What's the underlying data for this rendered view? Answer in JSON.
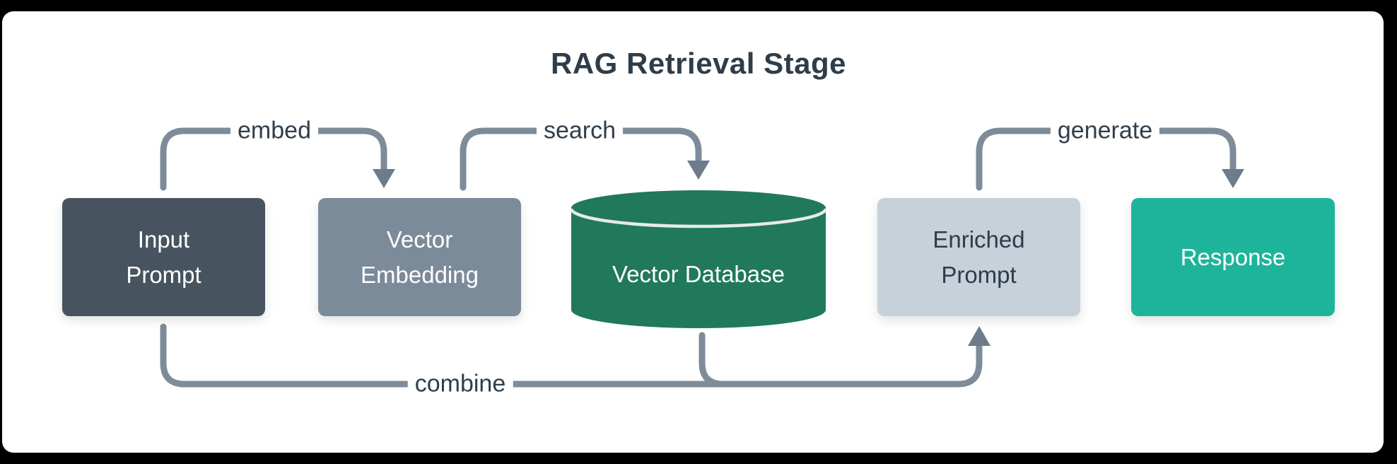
{
  "diagram": {
    "title": "RAG Retrieval Stage",
    "nodes": [
      {
        "id": "input-prompt",
        "label": "Input\nPrompt",
        "shape": "rect",
        "fill": "#47545F",
        "text_color": "#FFFFFF"
      },
      {
        "id": "vector-embedding",
        "label": "Vector\nEmbedding",
        "shape": "rect",
        "fill": "#7C8B9A",
        "text_color": "#FFFFFF"
      },
      {
        "id": "vector-database",
        "label": "Vector Database",
        "shape": "cylinder",
        "fill": "#20795B",
        "text_color": "#FFFFFF"
      },
      {
        "id": "enriched-prompt",
        "label": "Enriched\nPrompt",
        "shape": "rect",
        "fill": "#C7D1D9",
        "text_color": "#2E3C4A"
      },
      {
        "id": "response",
        "label": "Response",
        "shape": "rect",
        "fill": "#1EB49B",
        "text_color": "#FFFFFF"
      }
    ],
    "edges": [
      {
        "from": "input-prompt",
        "to": "vector-embedding",
        "label": "embed"
      },
      {
        "from": "vector-embedding",
        "to": "vector-database",
        "label": "search"
      },
      {
        "from": "enriched-prompt",
        "to": "response",
        "label": "generate"
      },
      {
        "from": "input-prompt",
        "to": "enriched-prompt",
        "label": "combine"
      },
      {
        "from": "vector-database",
        "to": "enriched-prompt",
        "label": ""
      }
    ],
    "colors": {
      "frame": "#000000",
      "canvas": "#FFFFFF",
      "title": "#2E3D49",
      "line": "#7E8B99",
      "arrowhead": "#6D7B8B",
      "edge_label": "#2F3E4C",
      "cylinder_rim": "#E7EAEA"
    }
  }
}
